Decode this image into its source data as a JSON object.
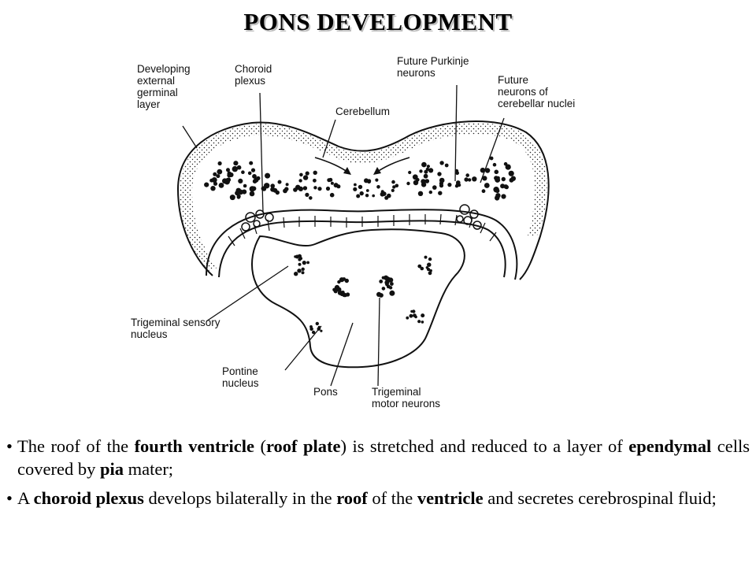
{
  "title": "PONS DEVELOPMENT",
  "labels": {
    "germinal_layer": "Developing\nexternal\ngerminal\nlayer",
    "choroid_plexus": "Choroid\nplexus",
    "cerebellum": "Cerebellum",
    "purkinje": "Future Purkinje\nneurons",
    "cerebellar_nuclei": "Future\nneurons of\ncerebellar nuclei",
    "trigeminal_sensory": "Trigeminal sensory\nnucleus",
    "pontine_nucleus": "Pontine\nnucleus",
    "pons": "Pons",
    "trigeminal_motor": "Trigeminal\nmotor neurons"
  },
  "bullets": [
    {
      "marker": "•",
      "parts": [
        {
          "t": "The roof of the ",
          "b": false
        },
        {
          "t": "fourth ventricle",
          "b": true
        },
        {
          "t": " (",
          "b": false
        },
        {
          "t": "roof plate",
          "b": true
        },
        {
          "t": ") is stretched and reduced to a layer of ",
          "b": false
        },
        {
          "t": "ependymal",
          "b": true
        },
        {
          "t": " cells covered by ",
          "b": false
        },
        {
          "t": "pia",
          "b": true
        },
        {
          "t": " mater;",
          "b": false
        }
      ]
    },
    {
      "marker": "•",
      "parts": [
        {
          "t": "A ",
          "b": false
        },
        {
          "t": "choroid plexus",
          "b": true
        },
        {
          "t": " develops bilaterally in the ",
          "b": false
        },
        {
          "t": "roof",
          "b": true
        },
        {
          "t": " of the ",
          "b": false
        },
        {
          "t": "ventricle",
          "b": true
        },
        {
          "t": " and secretes cerebrospinal fluid;",
          "b": false
        }
      ]
    }
  ]
}
